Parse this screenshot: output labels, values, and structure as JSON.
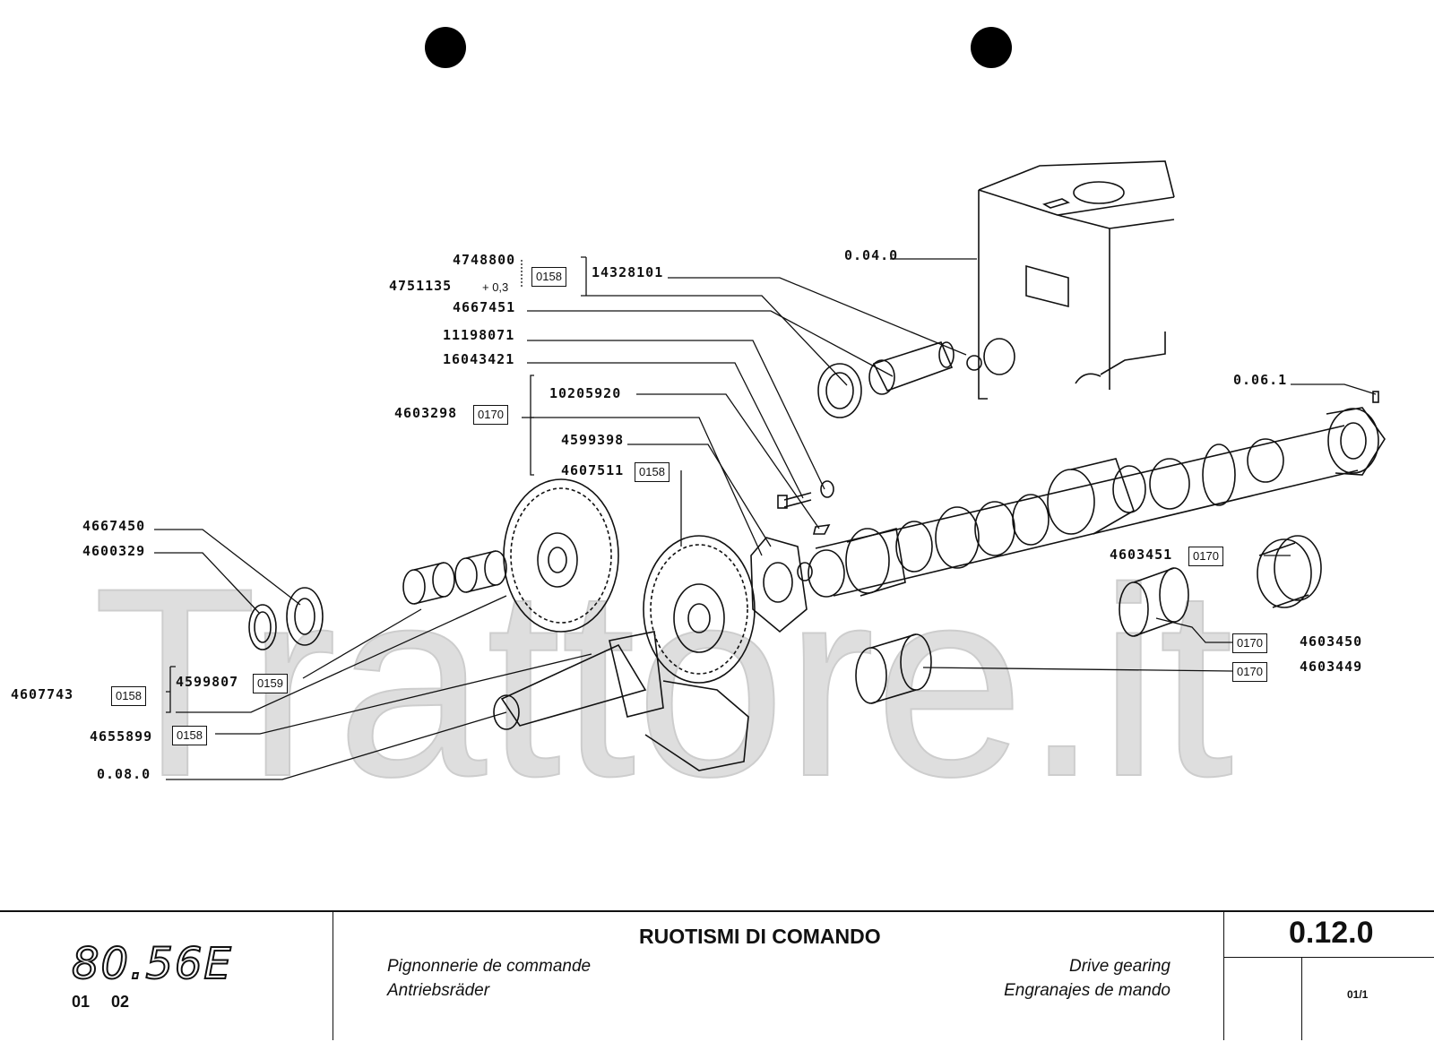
{
  "watermark": "Trattore.it",
  "diagram_labels": {
    "l4748800": "4748800",
    "l4751135": "4751135",
    "plus": "+ 0,3",
    "l14328101": "14328101",
    "l4667451": "4667451",
    "l11198071": "11198071",
    "l16043421": "16043421",
    "l10205920": "10205920",
    "l4603298": "4603298",
    "l4599398": "4599398",
    "l4607511": "4607511",
    "l4667450": "4667450",
    "l4600329": "4600329",
    "l4599807": "4599807",
    "l4607743": "4607743",
    "l4655899": "4655899",
    "l080": "0.08.0",
    "l040": "0.04.0",
    "l061": "0.06.1",
    "l4603451": "4603451",
    "l4603450": "4603450",
    "l4603449": "4603449"
  },
  "boxes": {
    "b_0158_top": "0158",
    "b_0170_4603298": "0170",
    "b_0158_4607511": "0158",
    "b_0159": "0159",
    "b_0158_4607743": "0158",
    "b_0158_4655899": "0158",
    "b_0170_4603451": "0170",
    "b_0170_4603450": "0170",
    "b_0170_4603449": "0170"
  },
  "footer": {
    "model": "80.56E",
    "edition_1": "01",
    "edition_2": "02",
    "title": "RUOTISMI DI COMANDO",
    "fr": "Pignonnerie de commande",
    "de": "Antriebsräder",
    "en": "Drive gearing",
    "es": "Engranajes de mando",
    "code": "0.12.0",
    "sheet": "01/1"
  }
}
